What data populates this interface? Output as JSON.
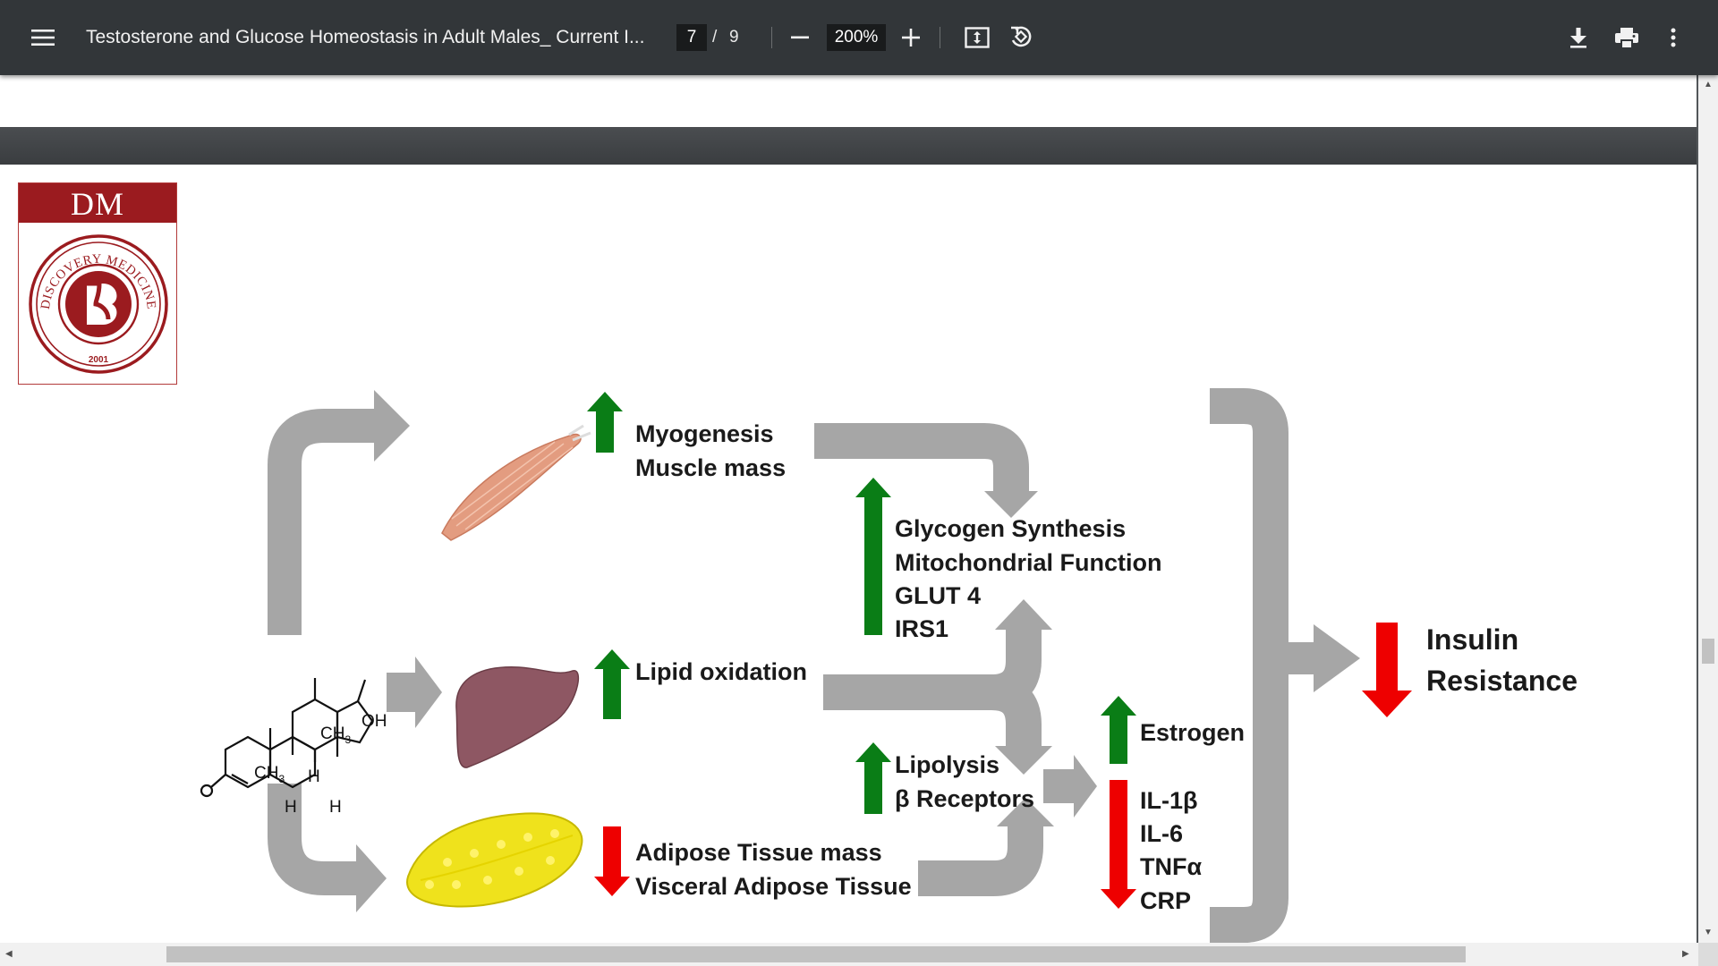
{
  "toolbar": {
    "menu_icon": "hamburger-menu-icon",
    "title": "Testosterone and Glucose Homeostasis in Adult Males_ Current I...",
    "page_current": "7",
    "page_separator": "/",
    "page_total": "9",
    "zoom_out_icon": "minus-icon",
    "zoom_value": "200%",
    "zoom_in_icon": "plus-icon",
    "fit_icon": "fit-to-page-icon",
    "rotate_icon": "rotate-counterclockwise-icon",
    "download_icon": "download-icon",
    "print_icon": "print-icon",
    "more_icon": "more-vertical-icon"
  },
  "logo": {
    "band_text": "DM",
    "seal_text": "DISCOVERY MEDICINE",
    "year": "2001",
    "brand_color": "#9b1b1f"
  },
  "figure": {
    "molecule_labels": {
      "ch3_top": "CH",
      "ch3_top_sub": "3",
      "oh": "OH",
      "ch3_left": "CH",
      "ch3_left_sub": "3",
      "h1": "H",
      "h2": "H",
      "h3": "H",
      "o": "O"
    },
    "muscle": {
      "effect": "up",
      "lines": [
        "Myogenesis",
        "Muscle mass"
      ]
    },
    "liver": {
      "effect": "up",
      "lines": [
        "Lipid oxidation"
      ]
    },
    "adipose": {
      "effect": "down",
      "lines": [
        "Adipose Tissue mass",
        "Visceral Adipose Tissue"
      ]
    },
    "glycogen": {
      "effect": "up",
      "lines": [
        "Glycogen Synthesis",
        "Mitochondrial Function",
        "GLUT 4",
        "IRS1"
      ]
    },
    "lipolysis": {
      "effect": "up",
      "lines": [
        "Lipolysis",
        "β Receptors"
      ]
    },
    "estrogen": {
      "effect": "up",
      "lines": [
        "Estrogen"
      ]
    },
    "cytokines": {
      "effect": "down",
      "lines": [
        "IL-1β",
        "IL-6",
        "TNFα",
        "CRP"
      ]
    },
    "outcome": {
      "effect": "down",
      "lines": [
        "Insulin",
        "Resistance"
      ]
    },
    "colors": {
      "up_arrow": "#0a7d16",
      "down_arrow": "#ee0000",
      "flow_arrow": "#a6a6a6",
      "muscle": "#e39c80",
      "liver": "#8e5763",
      "fat": "#efe21c"
    }
  },
  "scrollbars": {
    "up_icon": "scroll-up-arrow-icon",
    "down_icon": "scroll-down-arrow-icon",
    "left_icon": "scroll-left-arrow-icon",
    "right_icon": "scroll-right-arrow-icon"
  }
}
